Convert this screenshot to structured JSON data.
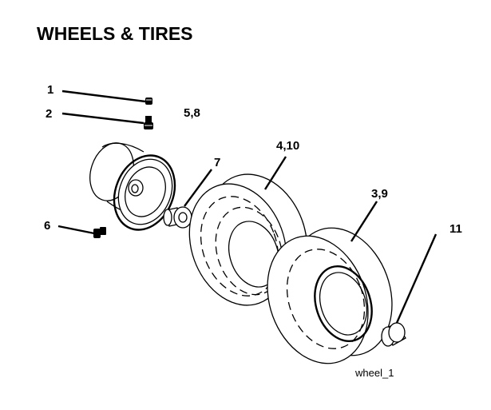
{
  "title": "WHEELS & TIRES",
  "callouts": {
    "c1": "1",
    "c2": "2",
    "c58": "5,8",
    "c7": "7",
    "c410": "4,10",
    "c6": "6",
    "c39": "3,9",
    "c11": "11"
  },
  "caption": "wheel_1"
}
